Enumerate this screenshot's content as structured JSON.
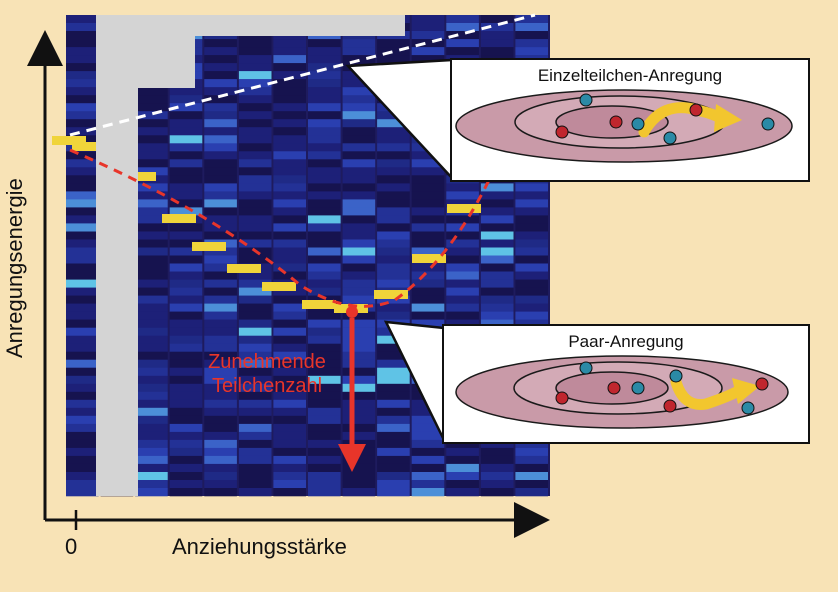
{
  "axes": {
    "y_label": "Anregungsenergie",
    "x_label": "Anziehungsstärke",
    "x_origin_tick": "0"
  },
  "annotation": {
    "line1": "Zunehmende",
    "line2": "Teilchenzahl"
  },
  "insets": [
    {
      "title": "Einzelteilchen-Anregung"
    },
    {
      "title": "Paar-Anregung"
    }
  ],
  "colors": {
    "background": "#f8e3b6",
    "red_dashed": "#e8352a",
    "white_dashed": "#ffffff",
    "arrow_yellow": "#f2c62e",
    "particle_red": "#c0262e",
    "particle_teal": "#2b8aa6",
    "ellipse_fill": "#c99aa8"
  }
}
